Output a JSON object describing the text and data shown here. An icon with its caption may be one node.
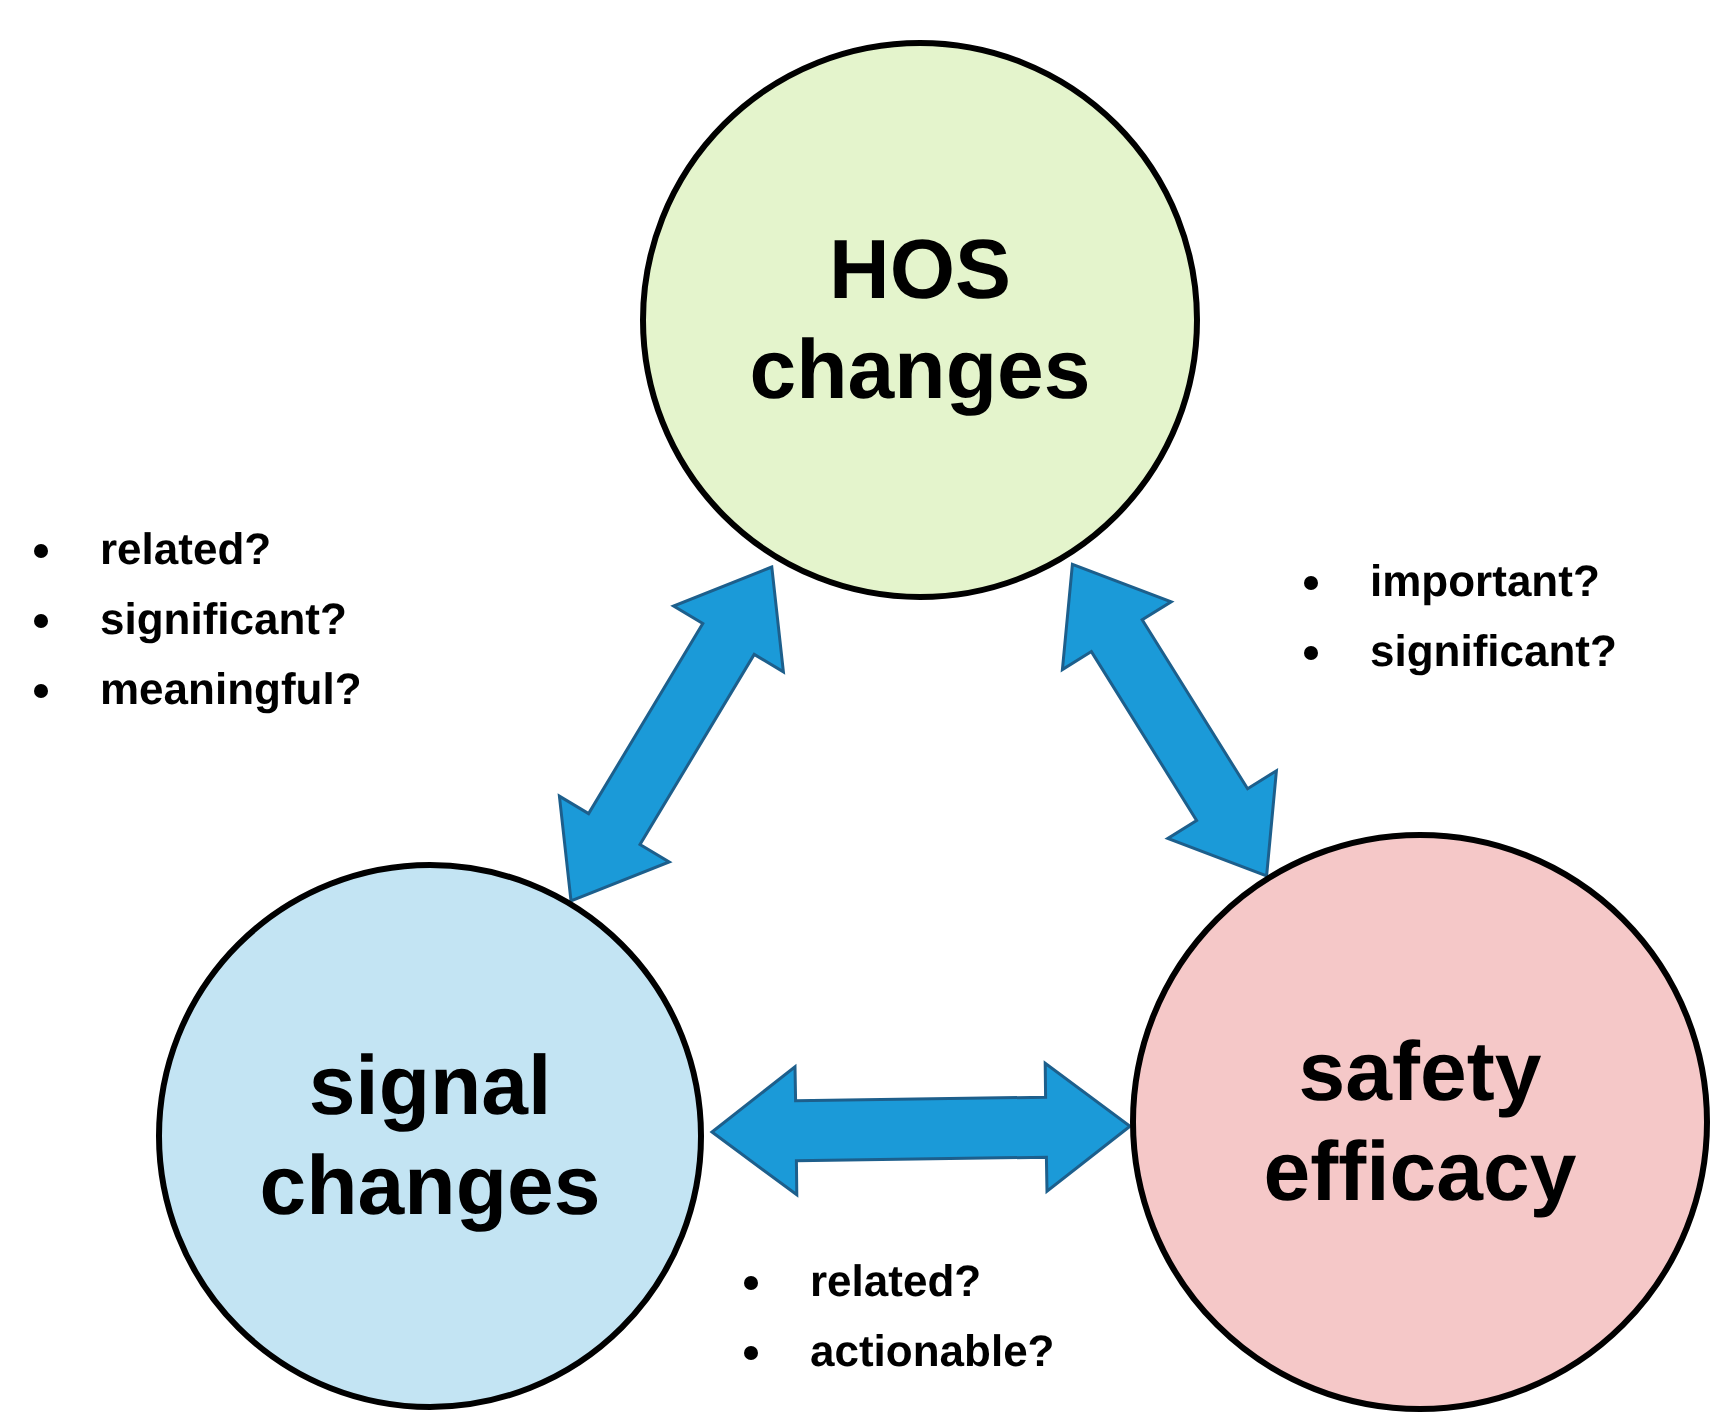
{
  "diagram": {
    "nodes": [
      {
        "text": [
          "HOS changes"
        ]
      },
      {
        "text": [
          "signal changes"
        ]
      },
      {
        "text": [
          "safety efficacy"
        ]
      }
    ],
    "edges": [
      {
        "from": 0,
        "to": 1,
        "arrow": "both"
      },
      {
        "from": 0,
        "to": 2,
        "arrow": "both"
      },
      {
        "from": 1,
        "to": 2,
        "arrow": "both"
      }
    ],
    "labels": [
      "related?",
      "significant?",
      "meaningful?",
      "important?",
      "significant?",
      "related?",
      "actionable?"
    ]
  }
}
